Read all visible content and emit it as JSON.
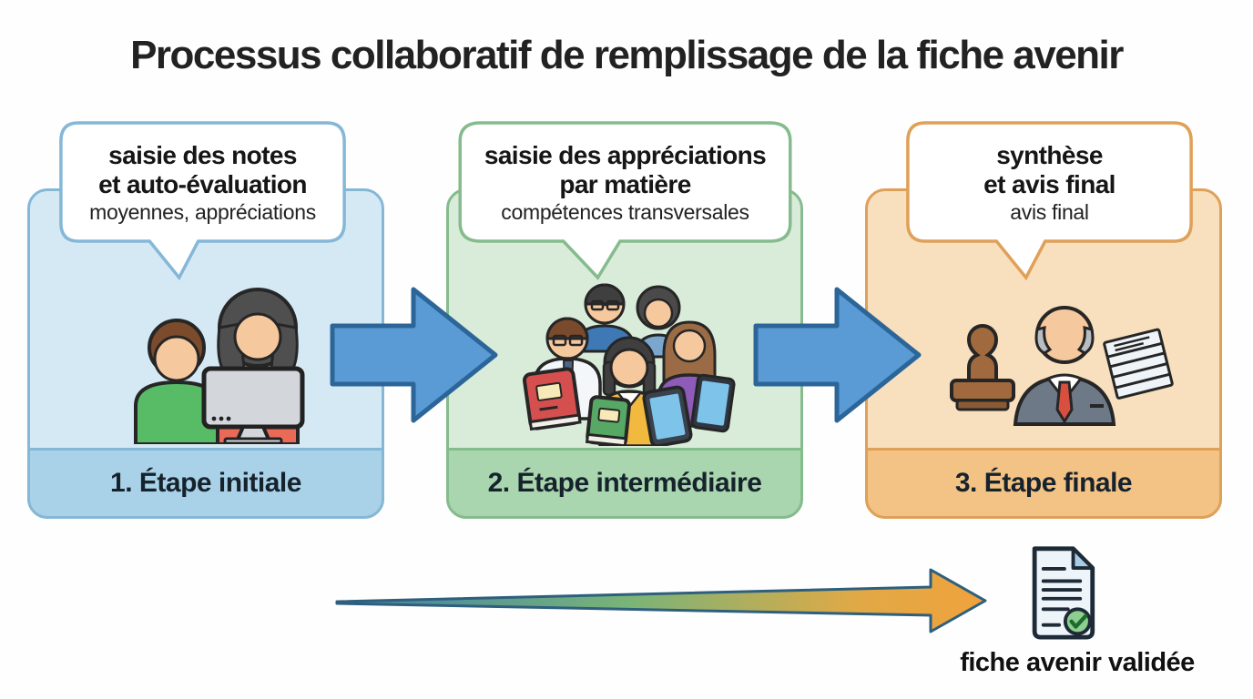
{
  "title": "Processus collaboratif de remplissage de la fiche avenir",
  "steps": [
    {
      "label": "1. Étape initiale",
      "bubble": {
        "line1": "saisie des notes",
        "line2": "et auto-évaluation",
        "subtitle": "moyennes, appréciations"
      },
      "illustration": "student-and-teacher-at-computer-icon",
      "colors": {
        "fill": "#d5e9f5",
        "border": "#85b7d7",
        "footer": "#a9d2e8"
      }
    },
    {
      "label": "2. Étape intermédiaire",
      "bubble": {
        "line1": "saisie des appréciations",
        "line2": "par matière",
        "subtitle": "compétences transversales"
      },
      "illustration": "teachers-group-with-books-and-tablets-icon",
      "colors": {
        "fill": "#d9ecd9",
        "border": "#85bb8d",
        "footer": "#a9d6af"
      }
    },
    {
      "label": "3. Étape finale",
      "bubble": {
        "line1": "synthèse",
        "line2": "et avis final",
        "subtitle": "avis final"
      },
      "illustration": "head-teacher-with-stamp-and-papers-icon",
      "colors": {
        "fill": "#f8dfbe",
        "border": "#dfa058",
        "footer": "#f3c285"
      }
    }
  ],
  "connectors": {
    "step_arrow_fill": "#5b9bd5",
    "step_arrow_outline": "#2c6699",
    "flow_arrow_gradient": [
      "#3f7fa8",
      "#79b478",
      "#f0a23c"
    ],
    "flow_arrow_outline": "#2e5f7d"
  },
  "result": {
    "label": "fiche avenir validée",
    "icon": "validated-document-icon",
    "check_color": "#8ecf90"
  }
}
